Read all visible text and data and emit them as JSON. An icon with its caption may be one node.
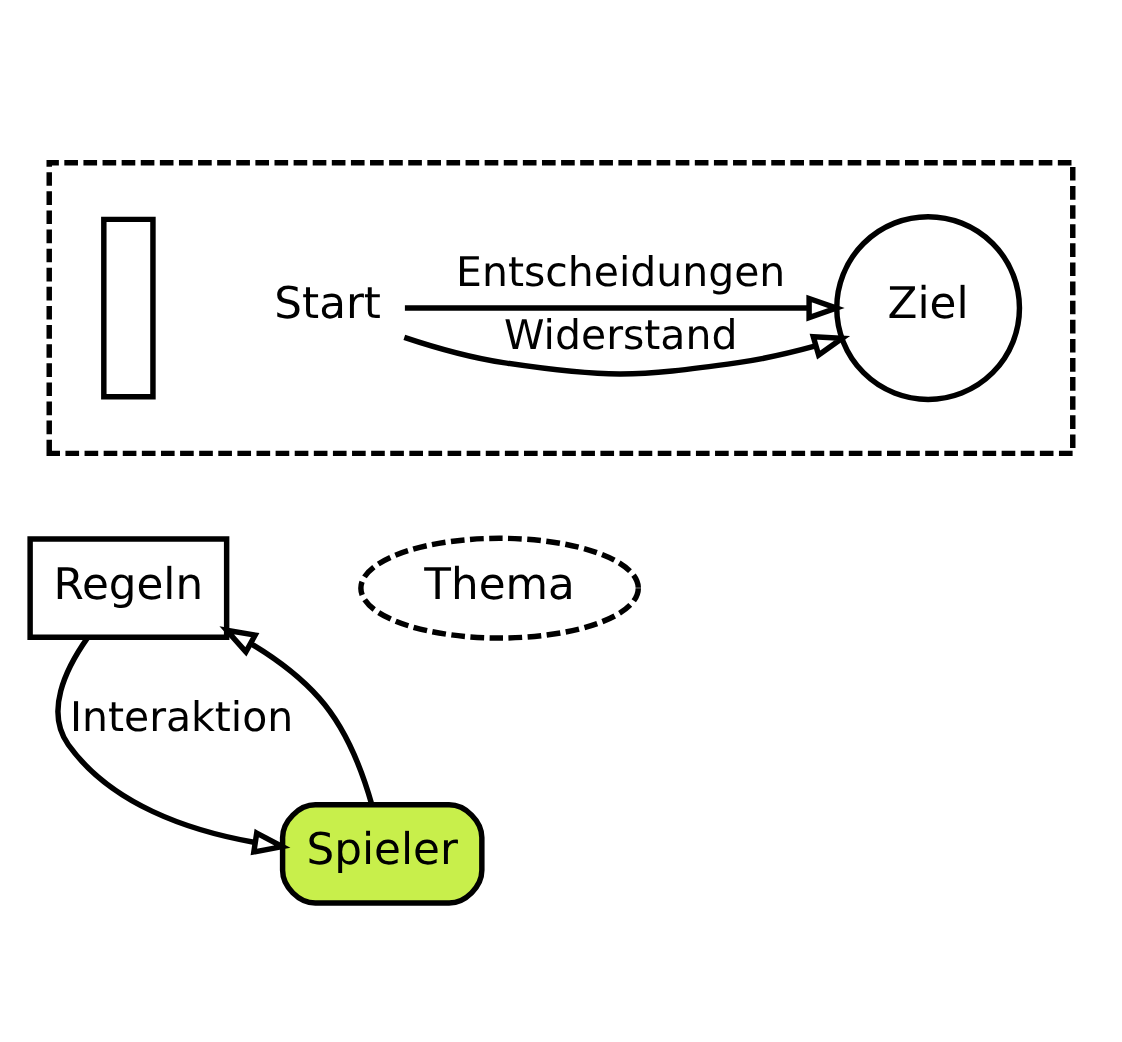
{
  "diagram": {
    "nodes": [
      {
        "text": [],
        "shape": "box"
      },
      {
        "text": [
          "Start"
        ],
        "in": 0
      },
      {
        "text": [],
        "shape": "bar",
        "in": 0
      },
      {
        "text": [
          "Ziel"
        ],
        "in": 0
      },
      {
        "text": [
          "Regeln"
        ]
      },
      {
        "text": [
          "Thema"
        ]
      },
      {
        "text": [
          "Spieler"
        ]
      }
    ],
    "edges": [
      {
        "from": 1,
        "to": 3,
        "arrow": "to",
        "label": "Entscheidungen"
      },
      {
        "from": 1,
        "to": 3,
        "arrow": "to",
        "label": "Widerstand"
      },
      {
        "from": 6,
        "to": 4,
        "arrow": "to"
      },
      {
        "from": 4,
        "to": 6,
        "arrow": "to",
        "label": "Interaktion"
      }
    ]
  }
}
